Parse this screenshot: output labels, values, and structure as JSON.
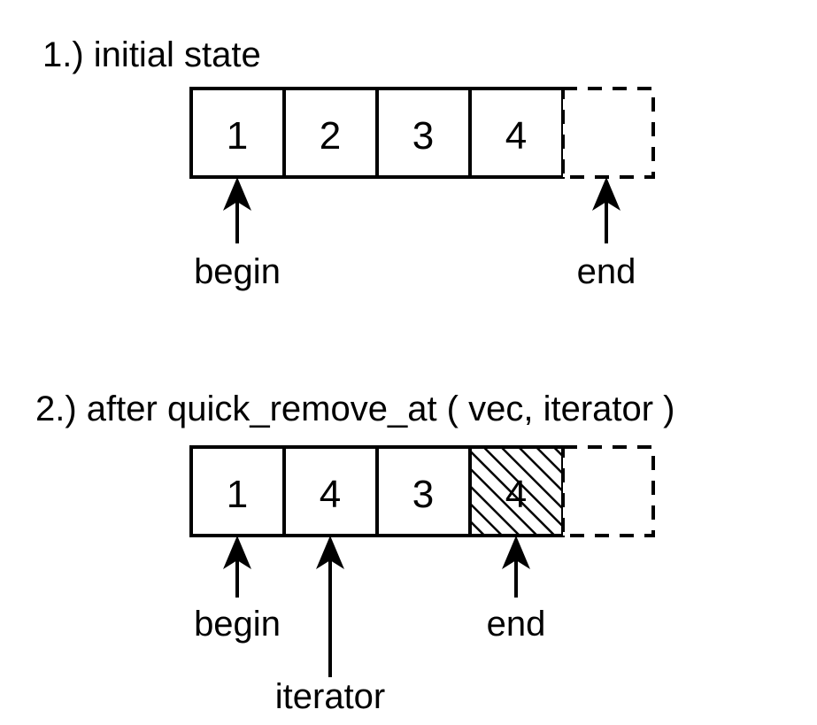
{
  "figure": {
    "title": "quick_remove_at illustration",
    "background_color": "#ffffff",
    "stroke_color": "#000000"
  },
  "steps": [
    {
      "id": "step-1",
      "title": "1.) initial state",
      "cells": [
        {
          "value": "1",
          "style": "solid"
        },
        {
          "value": "2",
          "style": "solid"
        },
        {
          "value": "3",
          "style": "solid"
        },
        {
          "value": "4",
          "style": "solid"
        },
        {
          "value": "",
          "style": "dashed"
        }
      ],
      "pointers": [
        {
          "label": "begin",
          "target_cell": 0
        },
        {
          "label": "end",
          "target_cell": 4
        }
      ]
    },
    {
      "id": "step-2",
      "title": "2.) after quick_remove_at ( vec, iterator )",
      "cells": [
        {
          "value": "1",
          "style": "solid"
        },
        {
          "value": "4",
          "style": "solid"
        },
        {
          "value": "3",
          "style": "solid"
        },
        {
          "value": "4",
          "style": "hatched"
        },
        {
          "value": "",
          "style": "dashed"
        }
      ],
      "pointers": [
        {
          "label": "begin",
          "target_cell": 0
        },
        {
          "label": "iterator",
          "target_cell": 1
        },
        {
          "label": "end",
          "target_cell": 3
        }
      ]
    }
  ]
}
